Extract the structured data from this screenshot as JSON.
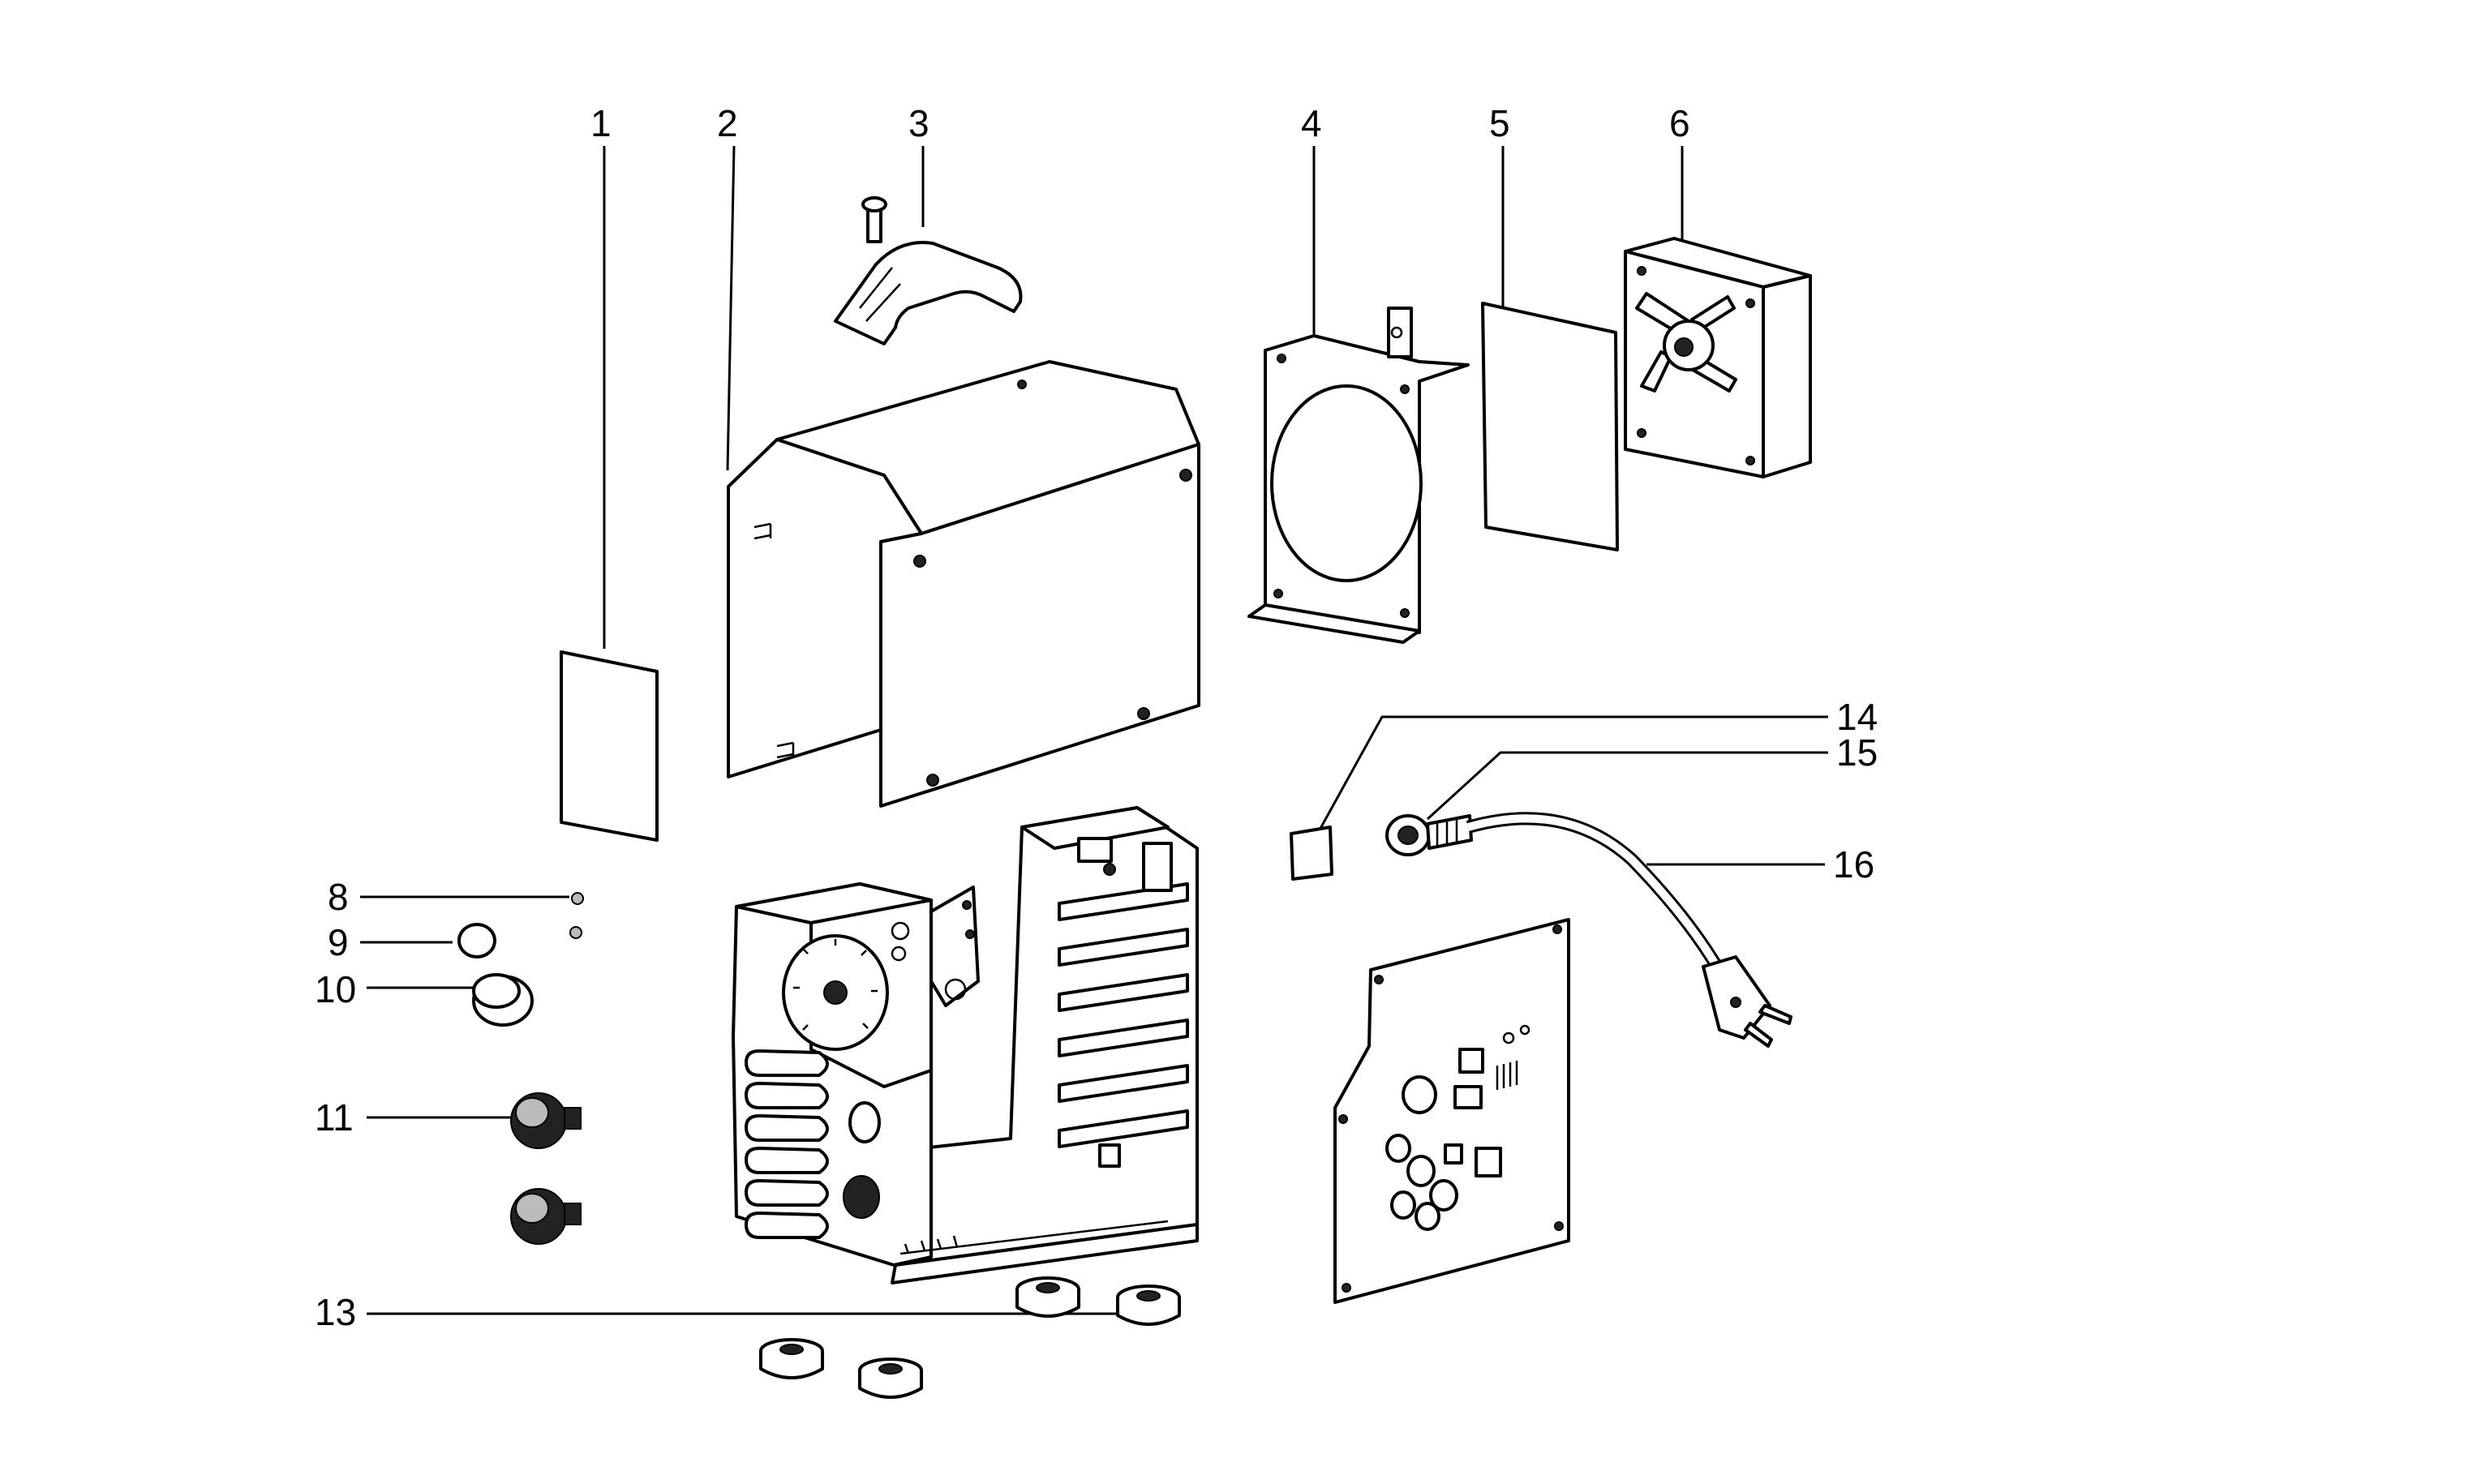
{
  "parts": [
    {
      "id": "p1",
      "number": "1"
    },
    {
      "id": "p2",
      "number": "2"
    },
    {
      "id": "p3",
      "number": "3"
    },
    {
      "id": "p4",
      "number": "4"
    },
    {
      "id": "p5",
      "number": "5"
    },
    {
      "id": "p6",
      "number": "6"
    },
    {
      "id": "p8",
      "number": "8"
    },
    {
      "id": "p9",
      "number": "9"
    },
    {
      "id": "p10",
      "number": "10"
    },
    {
      "id": "p11",
      "number": "11"
    },
    {
      "id": "p13",
      "number": "13"
    },
    {
      "id": "p14",
      "number": "14"
    },
    {
      "id": "p15",
      "number": "15"
    },
    {
      "id": "p16",
      "number": "16"
    }
  ]
}
